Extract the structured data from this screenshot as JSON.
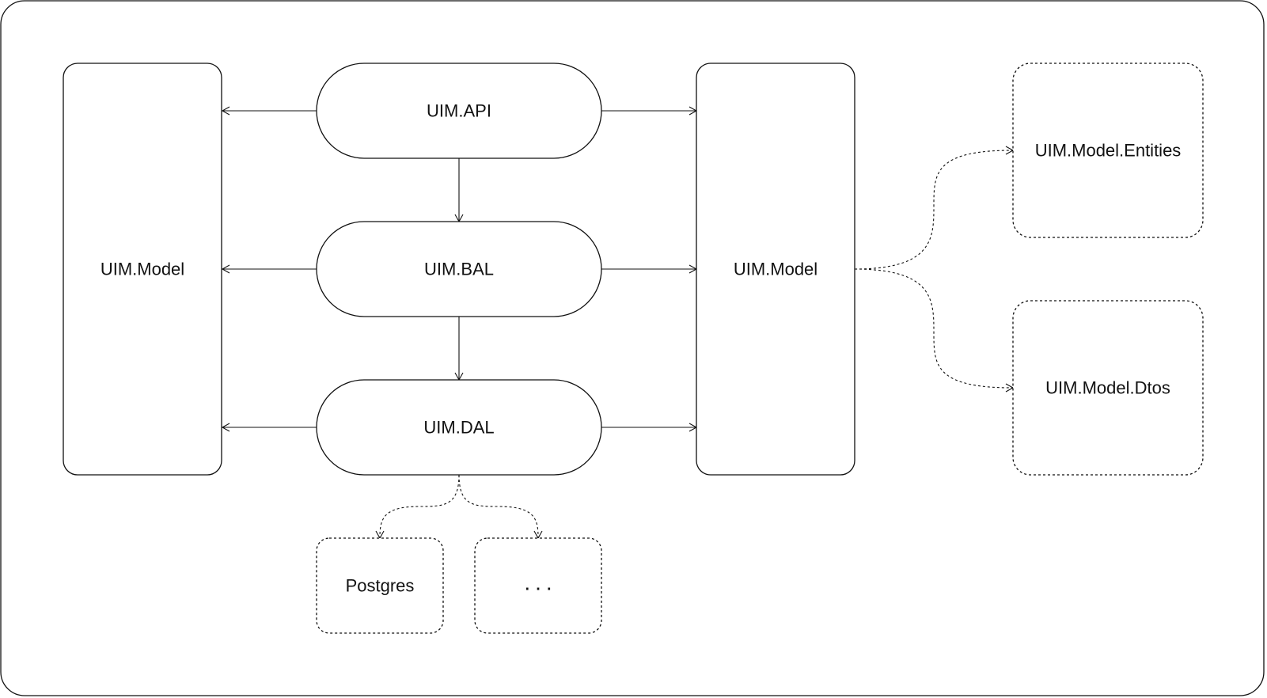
{
  "diagram": {
    "nodes": {
      "api": "UIM.API",
      "bal": "UIM.BAL",
      "dal": "UIM.DAL",
      "model_left": "UIM.Model",
      "model_right": "UIM.Model",
      "entities": "UIM.Model.Entities",
      "dtos": "UIM.Model.Dtos",
      "postgres": "Postgres",
      "more": "..."
    }
  }
}
